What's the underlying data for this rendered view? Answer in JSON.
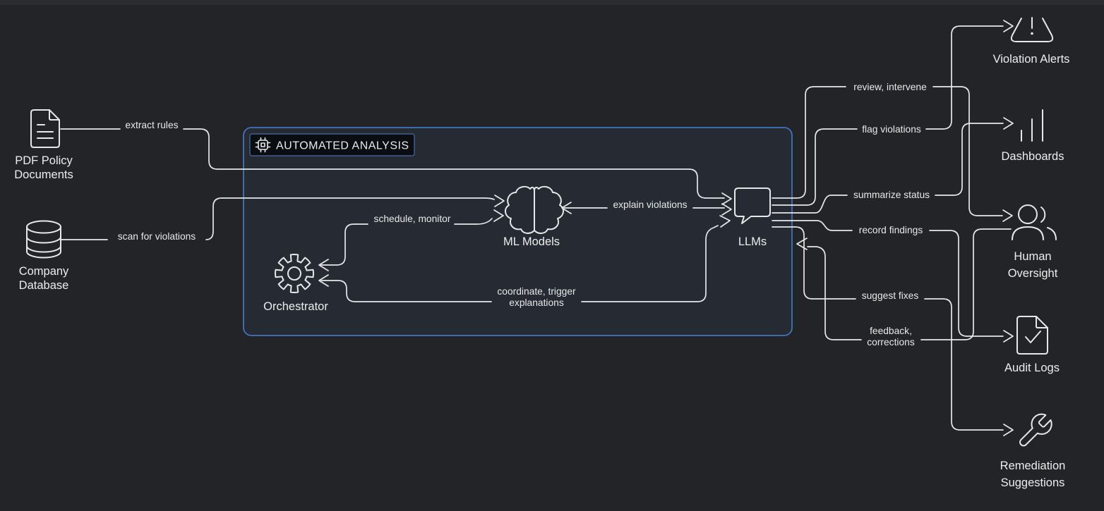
{
  "canvas": {
    "background_color": "#232427",
    "stroke_color": "#e6e7e8",
    "accent_border_color": "#4273bd",
    "frame_fill_color": "#262b33"
  },
  "container": {
    "label": "AUTOMATED ANALYSIS",
    "icon": "chip-icon"
  },
  "nodes": {
    "pdf": {
      "icon": "document-lines-icon",
      "label_line1": "PDF Policy",
      "label_line2": "Documents"
    },
    "database": {
      "icon": "database-icon",
      "label_line1": "Company",
      "label_line2": "Database"
    },
    "orchestrator": {
      "icon": "gear-icon",
      "label": "Orchestrator"
    },
    "ml_models": {
      "icon": "brain-icon",
      "label": "ML Models"
    },
    "llms": {
      "icon": "chat-bubble-icon",
      "label": "LLMs"
    },
    "violation_alerts": {
      "icon": "warning-triangle-icon",
      "label": "Violation Alerts"
    },
    "dashboards": {
      "icon": "bar-chart-icon",
      "label": "Dashboards"
    },
    "human_oversight": {
      "icon": "people-icon",
      "label_line1": "Human",
      "label_line2": "Oversight"
    },
    "audit_logs": {
      "icon": "document-check-icon",
      "label": "Audit Logs"
    },
    "remediation": {
      "icon": "wrench-icon",
      "label_line1": "Remediation",
      "label_line2": "Suggestions"
    }
  },
  "edges": {
    "extract_rules": {
      "label": "extract rules",
      "from": "pdf",
      "to": "llms"
    },
    "scan_for_violations": {
      "label": "scan for violations",
      "from": "database",
      "to": "ml_models"
    },
    "schedule_monitor": {
      "label": "schedule, monitor",
      "from": "orchestrator",
      "to": "ml_models"
    },
    "explain_violations": {
      "label": "explain violations",
      "from": "llms",
      "to": "ml_models"
    },
    "coordinate_trigger": {
      "label_line1": "coordinate, trigger",
      "label_line2": "explanations",
      "from": "llms",
      "to": "orchestrator"
    },
    "review_intervene": {
      "label": "review, intervene",
      "from": "llms",
      "to": "human_oversight"
    },
    "flag_violations": {
      "label": "flag violations",
      "from": "llms",
      "to": "violation_alerts"
    },
    "summarize_status": {
      "label": "summarize status",
      "from": "llms",
      "to": "dashboards"
    },
    "record_findings": {
      "label": "record findings",
      "from": "llms",
      "to": "audit_logs"
    },
    "suggest_fixes": {
      "label": "suggest fixes",
      "from": "llms",
      "to": "remediation"
    },
    "feedback_corrections": {
      "label_line1": "feedback,",
      "label_line2": "corrections",
      "from": "human_oversight",
      "to": "llms"
    }
  }
}
